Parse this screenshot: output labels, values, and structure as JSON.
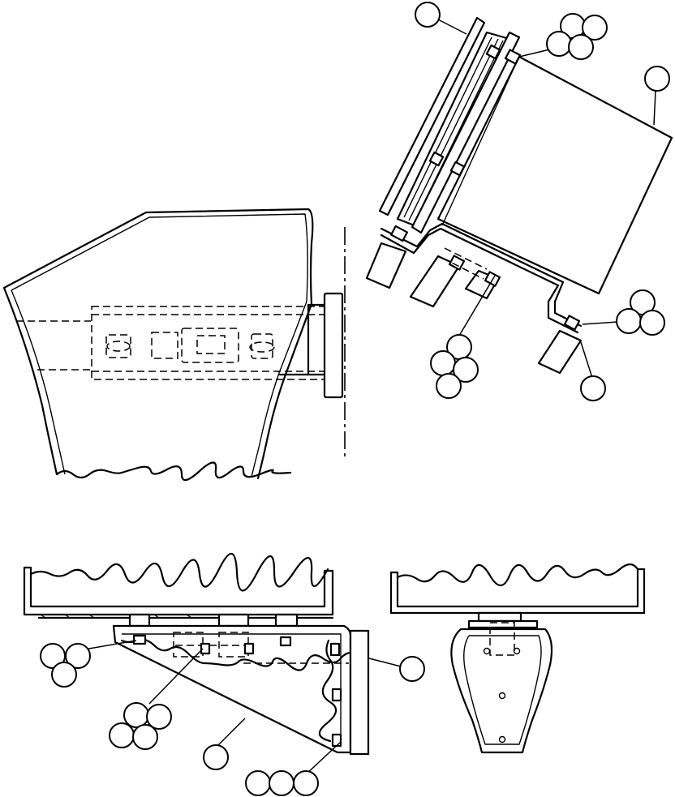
{
  "figure": {
    "views": [
      "top-view-left",
      "rotated-view-top-right",
      "side-view-bottom-left",
      "end-view-bottom-right"
    ],
    "callout_balloon_groups": [
      "callout-top-left-single",
      "callout-top-four",
      "callout-right-single",
      "callout-right-three",
      "callout-center-four",
      "callout-lower-single",
      "callout-side-three-left",
      "callout-side-four-center",
      "callout-side-single-bottom",
      "callout-side-three-bottom",
      "callout-side-single-right"
    ]
  }
}
